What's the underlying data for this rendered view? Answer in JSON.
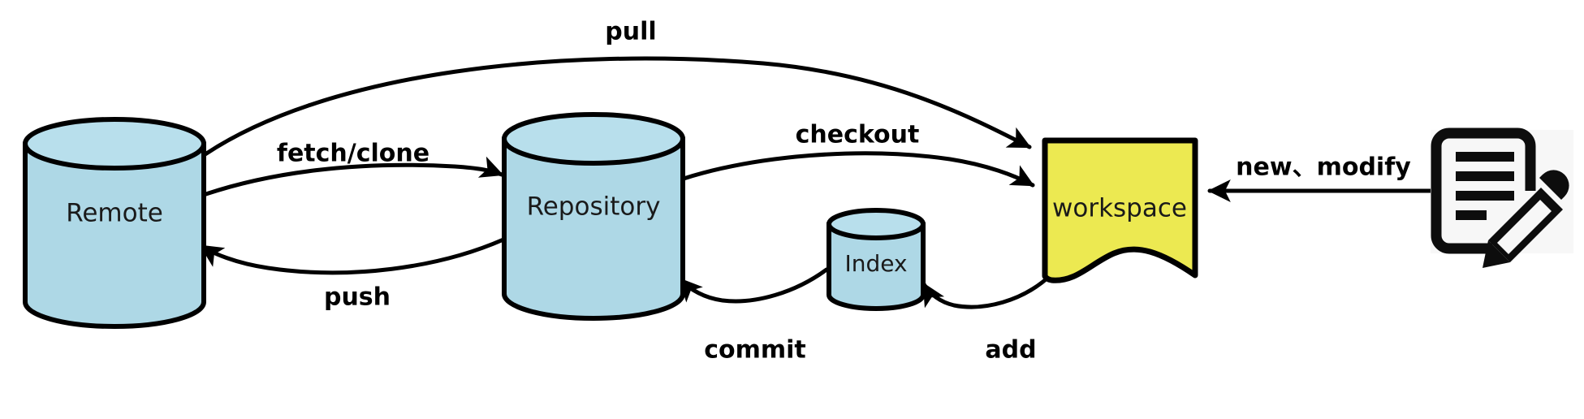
{
  "diagram": {
    "title": "Git workflow diagram",
    "background_color": "#ffffff",
    "colors": {
      "cylinder_fill": "#aed8e6",
      "cylinder_top_fill": "#b8dfec",
      "workspace_fill": "#ece951",
      "stroke": "#000000",
      "icon": "#0d0d0d",
      "icon_background": "#f7f7f7"
    },
    "nodes": [
      {
        "id": "remote",
        "label": "Remote",
        "shape": "cylinder",
        "fill": "#aed8e6"
      },
      {
        "id": "repository",
        "label": "Repository",
        "shape": "cylinder",
        "fill": "#aed8e6"
      },
      {
        "id": "index",
        "label": "Index",
        "shape": "cylinder",
        "fill": "#aed8e6"
      },
      {
        "id": "workspace",
        "label": "workspace",
        "shape": "torn-page",
        "fill": "#ece951"
      },
      {
        "id": "file",
        "label": "",
        "shape": "document-edit-icon",
        "fill": "#0d0d0d"
      }
    ],
    "edges": [
      {
        "id": "pull",
        "label": "pull",
        "from": "remote",
        "to": "workspace"
      },
      {
        "id": "fetch-clone",
        "label": "fetch/clone",
        "from": "remote",
        "to": "repository"
      },
      {
        "id": "push",
        "label": "push",
        "from": "repository",
        "to": "remote"
      },
      {
        "id": "checkout",
        "label": "checkout",
        "from": "repository",
        "to": "workspace"
      },
      {
        "id": "commit",
        "label": "commit",
        "from": "index",
        "to": "repository"
      },
      {
        "id": "add",
        "label": "add",
        "from": "workspace",
        "to": "index"
      },
      {
        "id": "new-modify",
        "label": "new、modify",
        "from": "file",
        "to": "workspace"
      }
    ]
  }
}
